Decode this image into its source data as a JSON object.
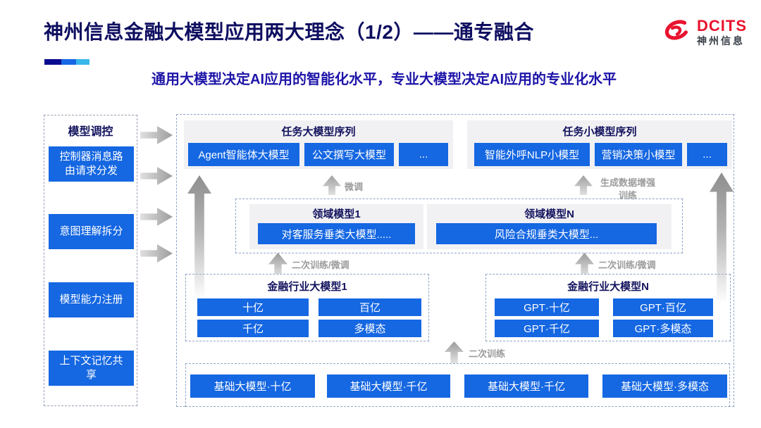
{
  "header": {
    "title": "神州信息金融大模型应用两大理念（1/2）——通专融合",
    "subtitle": "通用大模型决定AI应用的智能化水平，专业大模型决定AI应用的专业化水平",
    "logo": {
      "brand": "DCITS",
      "brand_cn": "神州信息"
    },
    "accent_colors": [
      "#0a0a8f",
      "#1668e4",
      "#38b6ea"
    ]
  },
  "sidebar": {
    "title": "模型调控",
    "items": [
      "控制器消息路由请求分发",
      "意图理解拆分",
      "模型能力注册",
      "上下文记忆共享"
    ]
  },
  "task_large": {
    "title": "任务大模型序列",
    "items": [
      "Agent智能体大模型",
      "公文撰写大模型",
      "..."
    ]
  },
  "task_small": {
    "title": "任务小模型序列",
    "items": [
      "智能外呼NLP小模型",
      "营销决策小模型",
      "..."
    ]
  },
  "domain": {
    "panels": [
      {
        "title": "领域模型1",
        "item": "对客服务垂类大模型....."
      },
      {
        "title": "领域模型N",
        "item": "风险合规垂类大模型..."
      }
    ]
  },
  "industry": {
    "panels": [
      {
        "title": "金融行业大模型1",
        "items": [
          "十亿",
          "百亿",
          "千亿",
          "多模态"
        ]
      },
      {
        "title": "金融行业大模型N",
        "items": [
          "GPT·十亿",
          "GPT·百亿",
          "GPT·千亿",
          "GPT·多模态"
        ]
      }
    ]
  },
  "base": {
    "items": [
      "基础大模型·十亿",
      "基础大模型·千亿",
      "基础大模型·千亿",
      "基础大模型·多模态"
    ]
  },
  "arrow_labels": {
    "finetune": "微调",
    "augment_line1": "生成数据增强",
    "augment_line2": "训练",
    "retrain_finetune": "二次训练/微调",
    "retrain": "二次训练"
  },
  "colors": {
    "box_blue": "#1567e2",
    "heading_navy": "#13135e",
    "title_navy": "#0e0e60",
    "subtitle_blue": "#1d14a8",
    "brand_red": "#e8132e",
    "label_gray": "#9b9b9b"
  }
}
